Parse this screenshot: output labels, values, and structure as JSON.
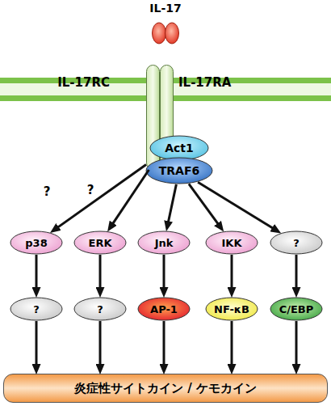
{
  "diagram": {
    "nodes": [
      {
        "text": [
          "IL-17RC",
          "IL-17RA"
        ]
      },
      {
        "text": [
          "Act1"
        ]
      },
      {
        "text": [
          "TRAF6"
        ]
      },
      {
        "text": [
          "p38"
        ]
      },
      {
        "text": [
          "ERK"
        ]
      },
      {
        "text": [
          "Jnk"
        ]
      },
      {
        "text": [
          "IKK"
        ]
      },
      {
        "text": [
          "?"
        ]
      },
      {
        "text": [
          "?"
        ]
      },
      {
        "text": [
          "?"
        ]
      },
      {
        "text": [
          "AP-1"
        ]
      },
      {
        "text": [
          "NF-κB"
        ]
      },
      {
        "text": [
          "C/EBP"
        ]
      },
      {
        "text": [
          "炎症性サイトカイン / ケモカイン"
        ]
      }
    ],
    "edges": [
      {
        "from": 0,
        "to": 3,
        "arrow": "to",
        "label": "?"
      },
      {
        "from": 0,
        "to": 4,
        "arrow": "to",
        "label": "?"
      },
      {
        "from": 2,
        "to": 5,
        "arrow": "to"
      },
      {
        "from": 2,
        "to": 6,
        "arrow": "to"
      },
      {
        "from": 2,
        "to": 7,
        "arrow": "to"
      },
      {
        "from": 3,
        "to": 8,
        "arrow": "to"
      },
      {
        "from": 4,
        "to": 9,
        "arrow": "to"
      },
      {
        "from": 5,
        "to": 10,
        "arrow": "to"
      },
      {
        "from": 6,
        "to": 11,
        "arrow": "to"
      },
      {
        "from": 7,
        "to": 12,
        "arrow": "to"
      },
      {
        "from": 8,
        "to": 13,
        "arrow": "to"
      },
      {
        "from": 9,
        "to": 13,
        "arrow": "to"
      },
      {
        "from": 10,
        "to": 13,
        "arrow": "to"
      },
      {
        "from": 11,
        "to": 13,
        "arrow": "to"
      },
      {
        "from": 12,
        "to": 13,
        "arrow": "to"
      }
    ],
    "labels": [
      "IL-17"
    ]
  }
}
